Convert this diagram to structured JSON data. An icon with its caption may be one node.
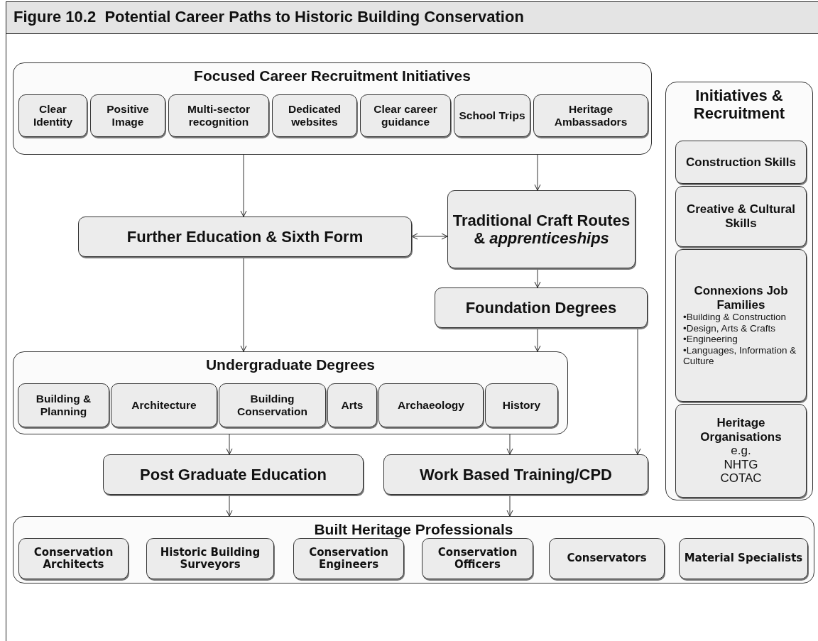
{
  "diagram": {
    "title": "Figure 10.2  Potential Career Paths to Historic Building Conservation",
    "nodes": [
      {
        "text": [
          "Focused Career Recruitment Initiatives"
        ]
      },
      {
        "text": [
          "Clear Identity"
        ],
        "in": 0
      },
      {
        "text": [
          "Positive Image"
        ],
        "in": 0
      },
      {
        "text": [
          "Multi-sector recognition"
        ],
        "in": 0
      },
      {
        "text": [
          "Dedicated websites"
        ],
        "in": 0
      },
      {
        "text": [
          "Clear career guidance"
        ],
        "in": 0
      },
      {
        "text": [
          "School Trips"
        ],
        "in": 0
      },
      {
        "text": [
          "Heritage Ambassadors"
        ],
        "in": 0
      },
      {
        "text": [
          "Further Education & Sixth Form"
        ]
      },
      {
        "text": [
          "Traditional Craft Routes & *apprenticeships*"
        ]
      },
      {
        "text": [
          "Foundation Degrees"
        ]
      },
      {
        "text": [
          "Undergraduate Degrees"
        ]
      },
      {
        "text": [
          "Building & Planning"
        ],
        "in": 11
      },
      {
        "text": [
          "Architecture"
        ],
        "in": 11
      },
      {
        "text": [
          "Building Conservation"
        ],
        "in": 11
      },
      {
        "text": [
          "Arts"
        ],
        "in": 11
      },
      {
        "text": [
          "Archaeology"
        ],
        "in": 11
      },
      {
        "text": [
          "History"
        ],
        "in": 11
      },
      {
        "text": [
          "Post Graduate Education"
        ]
      },
      {
        "text": [
          "Work Based Training/CPD"
        ]
      },
      {
        "text": [
          "Built Heritage Professionals"
        ]
      },
      {
        "text": [
          "Conservation Architects"
        ],
        "in": 20
      },
      {
        "text": [
          "Historic Building Surveyors"
        ],
        "in": 20
      },
      {
        "text": [
          "Conservation Engineers"
        ],
        "in": 20
      },
      {
        "text": [
          "Conservation Officers"
        ],
        "in": 20
      },
      {
        "text": [
          "Conservators"
        ],
        "in": 20
      },
      {
        "text": [
          "Material Specialists"
        ],
        "in": 20
      },
      {
        "text": [
          "Initiatives & Recruitment"
        ]
      },
      {
        "text": [
          "Construction Skills"
        ],
        "in": 27
      },
      {
        "text": [
          "Creative & Cultural Skills"
        ],
        "in": 27
      },
      {
        "text": [
          "Connexions Job Families",
          "•Building & Construction",
          "•Design, Arts & Crafts",
          "•Engineering",
          "•Languages, Information & Culture"
        ],
        "in": 27
      },
      {
        "text": [
          "Heritage Organisations",
          "e.g.",
          "NHTG",
          "COTAC"
        ],
        "in": 27
      }
    ],
    "edges": [
      {
        "from": 0,
        "to": 8,
        "arrow": "to"
      },
      {
        "from": 0,
        "to": 9,
        "arrow": "to"
      },
      {
        "from": 8,
        "to": 9,
        "arrow": "both"
      },
      {
        "from": 9,
        "to": 10,
        "arrow": "to"
      },
      {
        "from": 8,
        "to": 11,
        "arrow": "to"
      },
      {
        "from": 10,
        "to": 11,
        "arrow": "to"
      },
      {
        "from": 10,
        "to": 19,
        "arrow": "to"
      },
      {
        "from": 11,
        "to": 18,
        "arrow": "to"
      },
      {
        "from": 11,
        "to": 19,
        "arrow": "to"
      },
      {
        "from": 18,
        "to": 20,
        "arrow": "to"
      },
      {
        "from": 19,
        "to": 20,
        "arrow": "to"
      }
    ]
  }
}
